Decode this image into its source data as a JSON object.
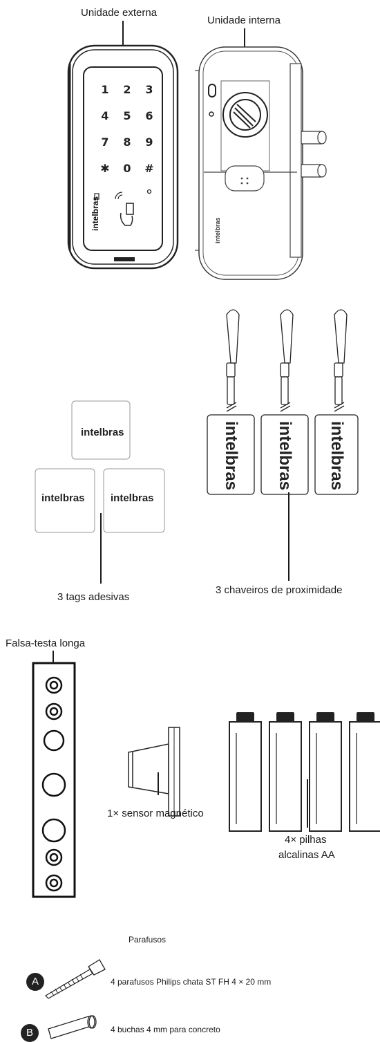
{
  "labels": {
    "external_unit": "Unidade externa",
    "internal_unit": "Unidade interna",
    "tags": "3 tags adesivas",
    "keyfobs": "3 chaveiros de proximidade",
    "strike_plate": "Falsa-testa longa",
    "sensor": "1× sensor magnético",
    "batteries_line1": "4× pilhas",
    "batteries_line2": "alcalinas AA",
    "screws_title": "Parafusos",
    "item_a": "4 parafusos Philips chata ST FH 4 × 20 mm",
    "item_b": "4 buchas 4 mm para concreto"
  },
  "badges": {
    "a": "A",
    "b": "B"
  },
  "keypad": {
    "keys": [
      "1",
      "2",
      "3",
      "4",
      "5",
      "6",
      "7",
      "8",
      "9",
      "✱",
      "0",
      "#"
    ]
  },
  "brand": "intelbras"
}
